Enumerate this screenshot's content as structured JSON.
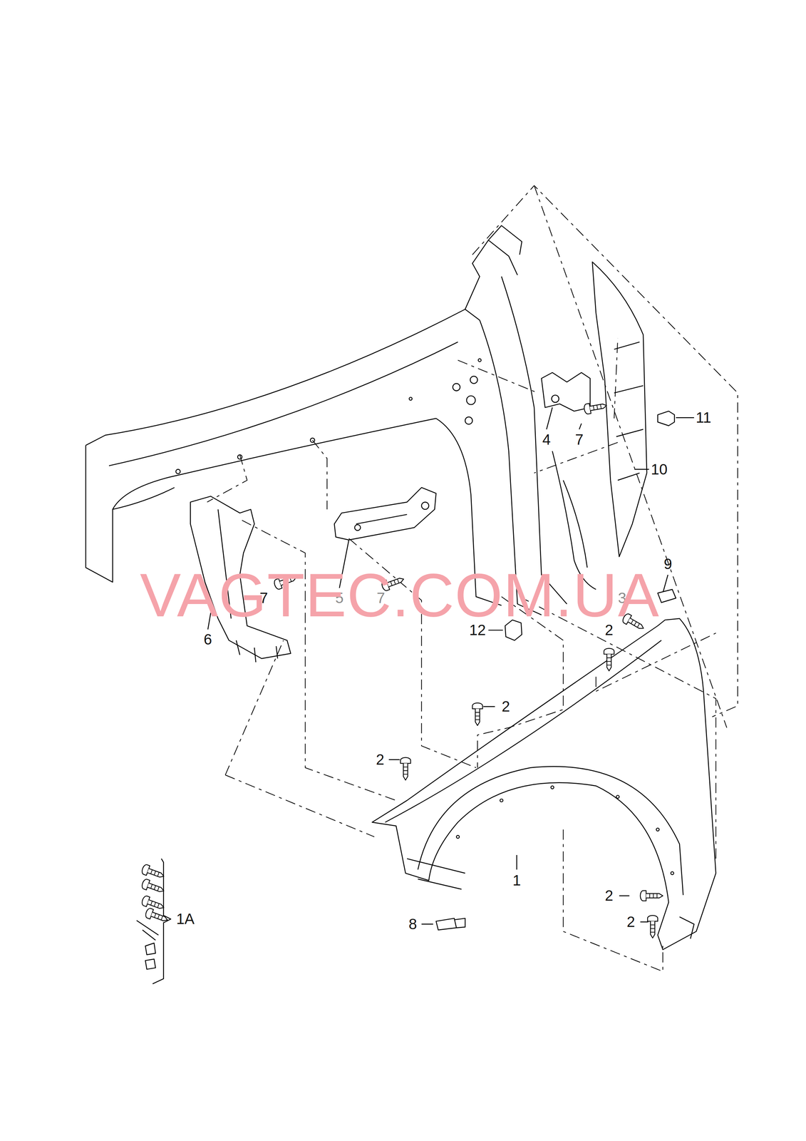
{
  "diagram": {
    "labels": [
      "11",
      "4",
      "7",
      "10",
      "9",
      "3",
      "7",
      "5",
      "7",
      "6",
      "12",
      "2",
      "2",
      "2",
      "1",
      "2",
      "2",
      "8",
      "1A",
      "VAGTEC.COM.UA"
    ]
  }
}
